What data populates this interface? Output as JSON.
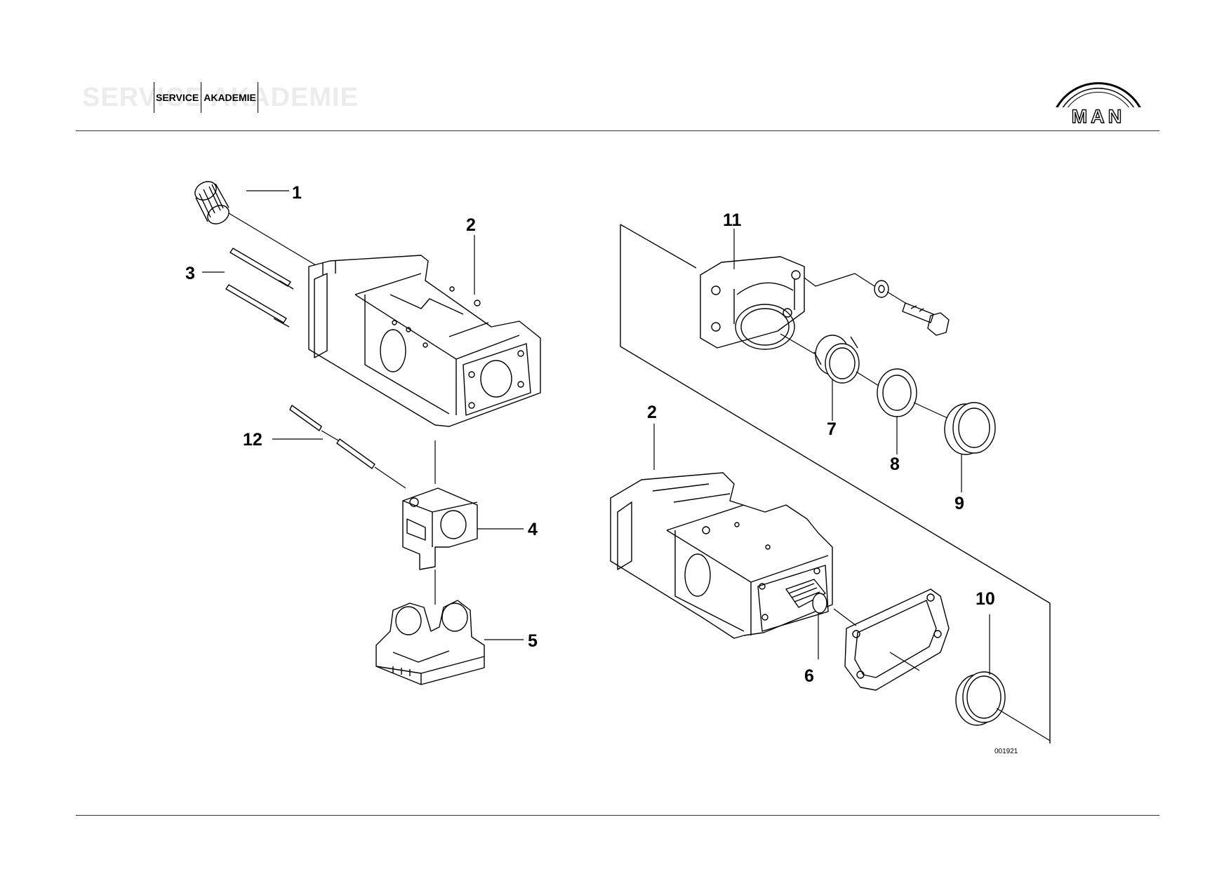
{
  "header": {
    "brand_ghost": "SERVICE AKADEMIE",
    "brand_part1": "SERVICE",
    "brand_part2": "AKADEMIE",
    "logo_text": "MAN"
  },
  "diagram": {
    "drawing_number": "001921",
    "callouts": [
      {
        "id": "c1",
        "label": "1"
      },
      {
        "id": "c2a",
        "label": "2"
      },
      {
        "id": "c3",
        "label": "3"
      },
      {
        "id": "c12",
        "label": "12"
      },
      {
        "id": "c4",
        "label": "4"
      },
      {
        "id": "c5",
        "label": "5"
      },
      {
        "id": "c11",
        "label": "11"
      },
      {
        "id": "c2b",
        "label": "2"
      },
      {
        "id": "c7",
        "label": "7"
      },
      {
        "id": "c8",
        "label": "8"
      },
      {
        "id": "c9",
        "label": "9"
      },
      {
        "id": "c10",
        "label": "10"
      },
      {
        "id": "c6",
        "label": "6"
      }
    ]
  },
  "colors": {
    "line": "#000000",
    "ghost": "#ececec",
    "rule": "#333333"
  }
}
